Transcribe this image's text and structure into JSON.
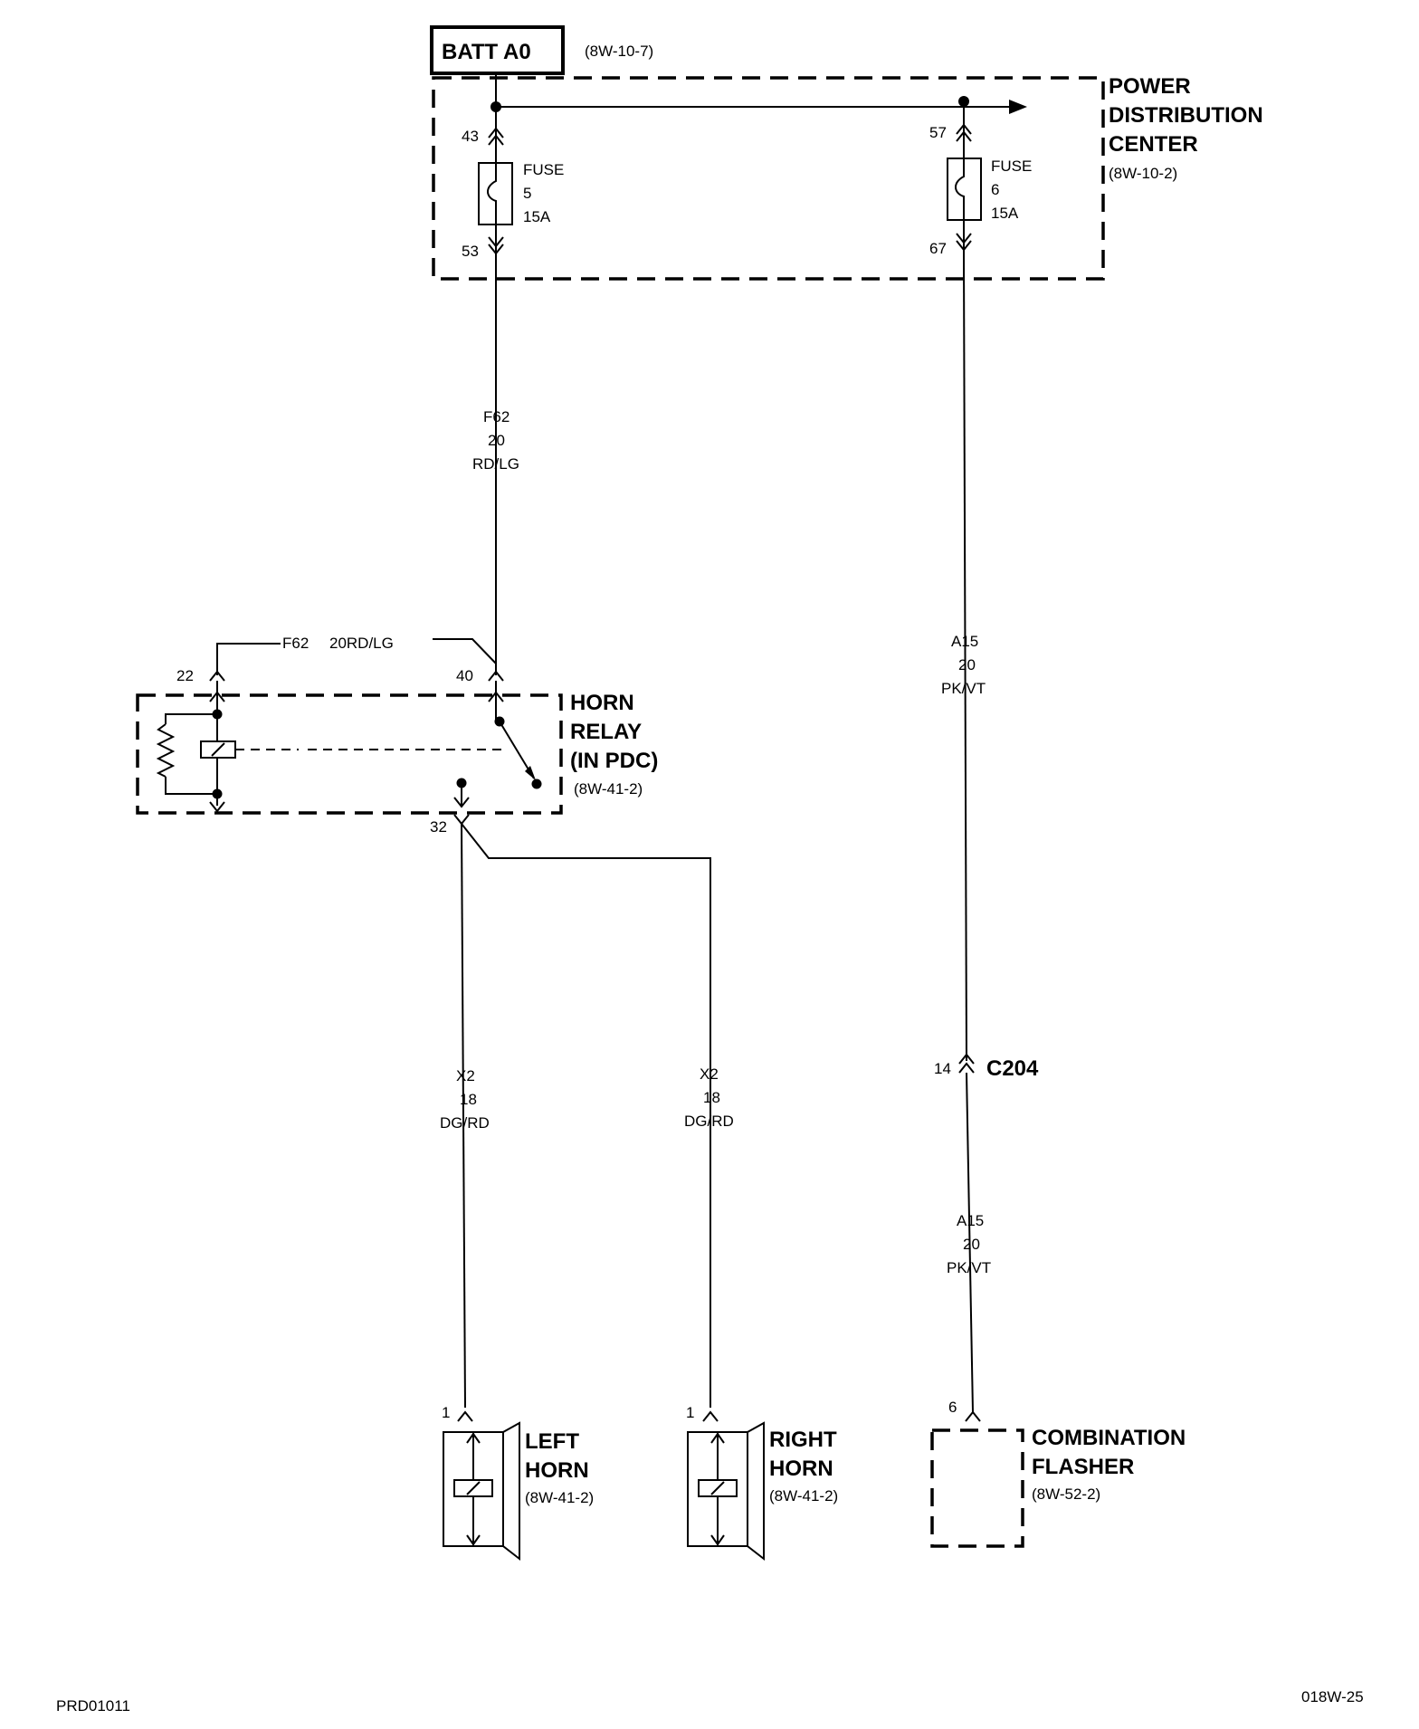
{
  "batt": {
    "label": "BATT A0",
    "ref": "(8W-10-7)"
  },
  "pdc": {
    "title_lines": [
      "POWER",
      "DISTRIBUTION",
      "CENTER"
    ],
    "ref": "(8W-10-2)",
    "fuse5": {
      "label": "FUSE",
      "number": "5",
      "rating": "15A",
      "pin_in": "43",
      "pin_out": "53"
    },
    "fuse6": {
      "label": "FUSE",
      "number": "6",
      "rating": "15A",
      "pin_in": "57",
      "pin_out": "67"
    }
  },
  "wires": {
    "f62": {
      "circuit": "F62",
      "gauge": "20",
      "color": "RD/LG"
    },
    "f62_relay": {
      "circuit": "F62",
      "spec": "20RD/LG"
    },
    "a15_upper": {
      "circuit": "A15",
      "gauge": "20",
      "color": "PK/VT"
    },
    "a15_lower": {
      "circuit": "A15",
      "gauge": "20",
      "color": "PK/VT"
    },
    "x2_left": {
      "circuit": "X2",
      "gauge": "18",
      "color": "DG/RD"
    },
    "x2_right": {
      "circuit": "X2",
      "gauge": "18",
      "color": "DG/RD"
    }
  },
  "relay": {
    "title_lines": [
      "HORN",
      "RELAY",
      "(IN PDC)"
    ],
    "ref": "(8W-41-2)",
    "pin_coil": "22",
    "pin_switch": "40",
    "pin_out": "32"
  },
  "connector": {
    "name": "C204",
    "pin": "14"
  },
  "left_horn": {
    "title_lines": [
      "LEFT",
      "HORN"
    ],
    "ref": "(8W-41-2)",
    "pin": "1"
  },
  "right_horn": {
    "title_lines": [
      "RIGHT",
      "HORN"
    ],
    "ref": "(8W-41-2)",
    "pin": "1"
  },
  "flasher": {
    "title_lines": [
      "COMBINATION",
      "FLASHER"
    ],
    "ref": "(8W-52-2)",
    "pin": "6"
  },
  "footer": {
    "left_code": "PRD01011",
    "right_code": "018W-25"
  }
}
